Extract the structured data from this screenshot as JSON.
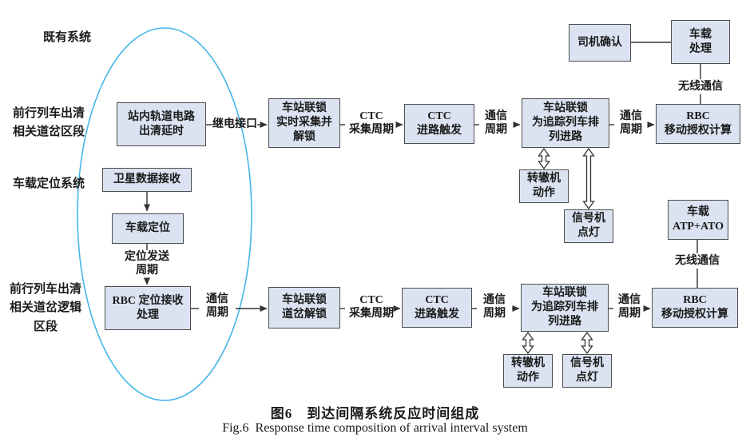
{
  "caption": {
    "zh": "图6　到达间隔系统反应时间组成",
    "en": "Fig.6 Response time composition of arrival interval system"
  },
  "side_labels": {
    "existing_system": "既有系统",
    "clear_switch_section": "前行列车出清\n相关道岔区段",
    "onboard_positioning_system": "车载定位系统",
    "clear_switch_logic_section": "前行列车出清\n相关道岔逻辑\n区段"
  },
  "boxes": {
    "driver_confirm": "司机确认",
    "onboard_processing": "车载\n处理",
    "track_circuit_clear_delay": "站内轨道电路\n出清延时",
    "interlocking_realtime_collect": "车站联锁\n实时采集并\n解锁",
    "ctc_route_trigger": "CTC\n进路触发",
    "interlocking_tracking_route": "车站联锁\n为追踪列车排\n列进路",
    "rbc_ma_calc": "RBC\n移动授权计算",
    "switch_machine": "转辙机\n动作",
    "signal_light": "信号机\n点灯",
    "satellite_receive": "卫星数据接收",
    "onboard_positioning": "车载定位",
    "rbc_positioning_receive": "RBC 定位接收\n处理",
    "interlocking_switch_unlock": "车站联锁\n道岔解锁",
    "onboard_atp_ato": "车载\nATP+ATO"
  },
  "edge_labels": {
    "relay_interface": "继电接口",
    "ctc_collect_cycle": "CTC\n采集周期",
    "comm_cycle": "通信\n周期",
    "wireless_comm": "无线通信",
    "positioning_send_cycle": "定位发送\n周期"
  },
  "colors": {
    "box_fill": "#dbe3f2",
    "box_border": "#4d4d4d",
    "line": "#333333",
    "ellipse": "#45b6e8"
  }
}
